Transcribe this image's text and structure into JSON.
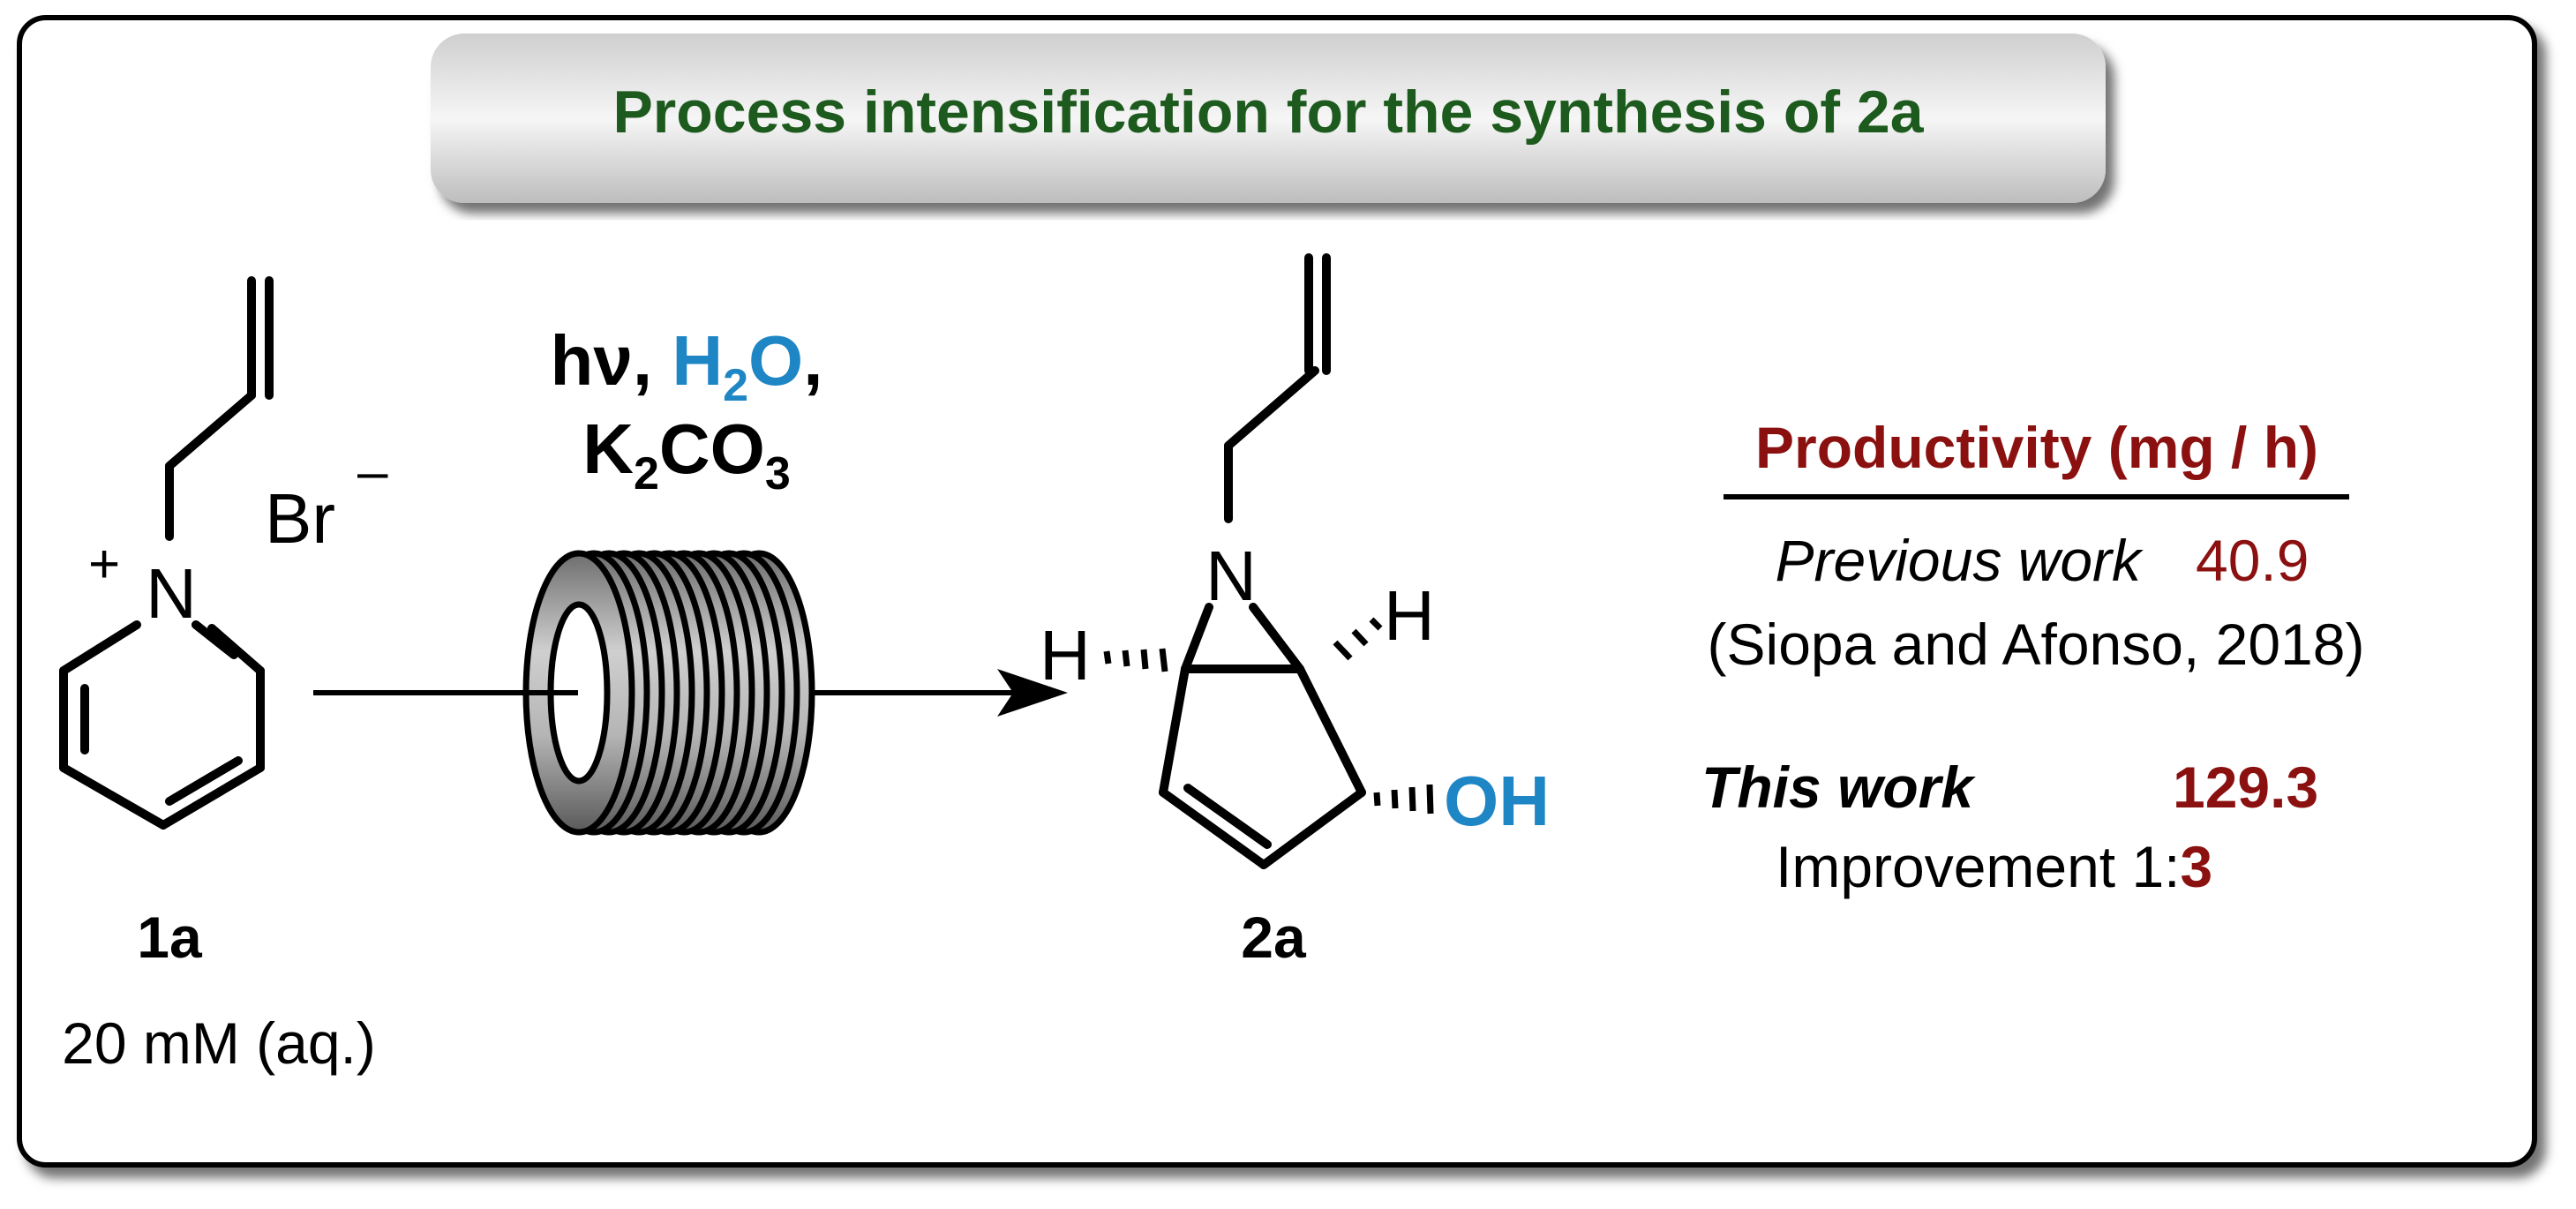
{
  "banner": {
    "title": "Process intensification for the synthesis of 2a"
  },
  "starting_material": {
    "charge": "+",
    "nitrogen": "N",
    "counterion": "Br",
    "counterion_charge": "–",
    "compound_id": "1a",
    "concentration": "20 mM (aq.)"
  },
  "conditions": {
    "hv": "hν,",
    "water_H": "H",
    "water_sub": "2",
    "water_O": "O",
    "comma": ",",
    "k_K": "K",
    "k_sub2": "2",
    "k_CO": "CO",
    "k_sub3": "3"
  },
  "product": {
    "nitrogen": "N",
    "h_left": "H",
    "h_right": "H",
    "hydroxyl": "OH",
    "compound_id": "2a"
  },
  "productivity": {
    "heading": "Productivity (mg / h)",
    "previous_label": "Previous work",
    "previous_value": "40.9",
    "reference": "(Siopa and Afonso, 2018)",
    "this_label": "This work",
    "this_value": "129.3",
    "improvement_label": "Improvement 1:",
    "improvement_value": "3"
  },
  "colors": {
    "banner_text": "#1d5a1d",
    "accent_blue": "#1f86c6",
    "dark_red": "#8b1010",
    "black": "#000000"
  }
}
